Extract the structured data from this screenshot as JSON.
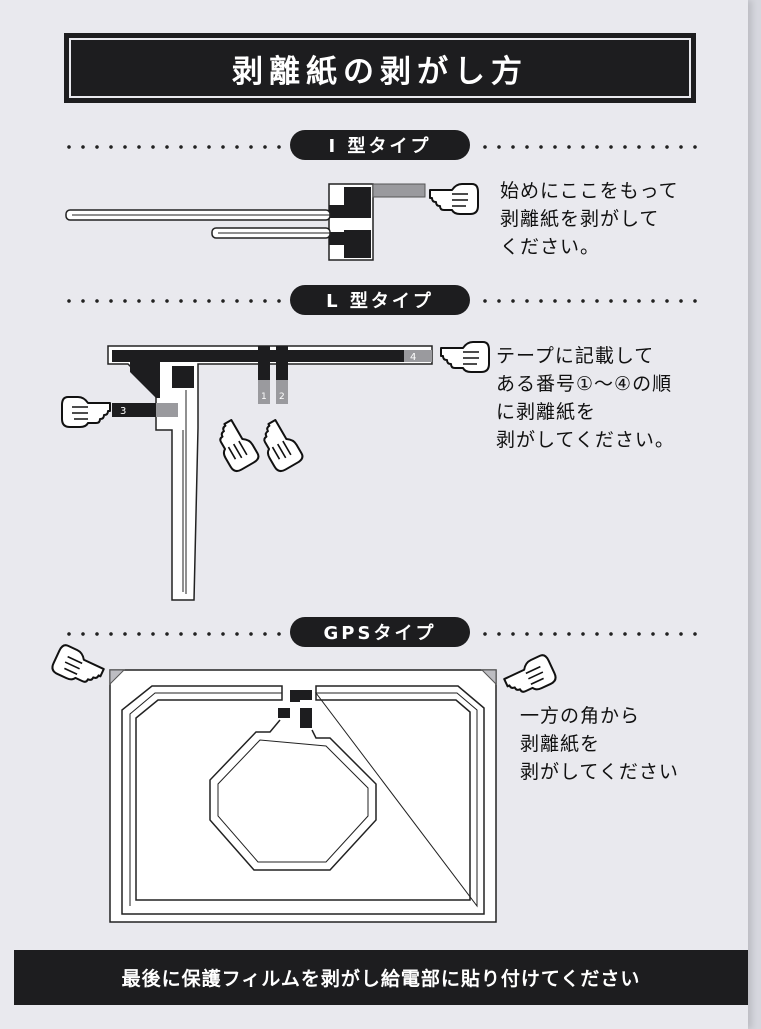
{
  "title": "剥離紙の剥がし方",
  "sections": {
    "i_type": {
      "label": "I 型タイプ",
      "instructions": [
        "始めにここをもって",
        "剥離紙を剥がして",
        "ください。"
      ]
    },
    "l_type": {
      "label": "L 型タイプ",
      "instructions": [
        "テープに記載して",
        "ある番号①～④の順",
        "に剥離紙を",
        "剥がしてください。"
      ],
      "tab_numbers": [
        "1",
        "2",
        "3",
        "4"
      ]
    },
    "gps_type": {
      "label": "GPSタイプ",
      "instructions": [
        "一方の角から",
        "剥離紙を",
        "剥がしてください"
      ]
    }
  },
  "footer": "最後に保護フィルムを剥がし給電部に貼り付けてください",
  "colors": {
    "ink": "#1d1d1f",
    "paper": "#e9e9ee",
    "tab_gray": "#9a9a9e"
  },
  "icons": [
    "pointing-hand-icon"
  ]
}
